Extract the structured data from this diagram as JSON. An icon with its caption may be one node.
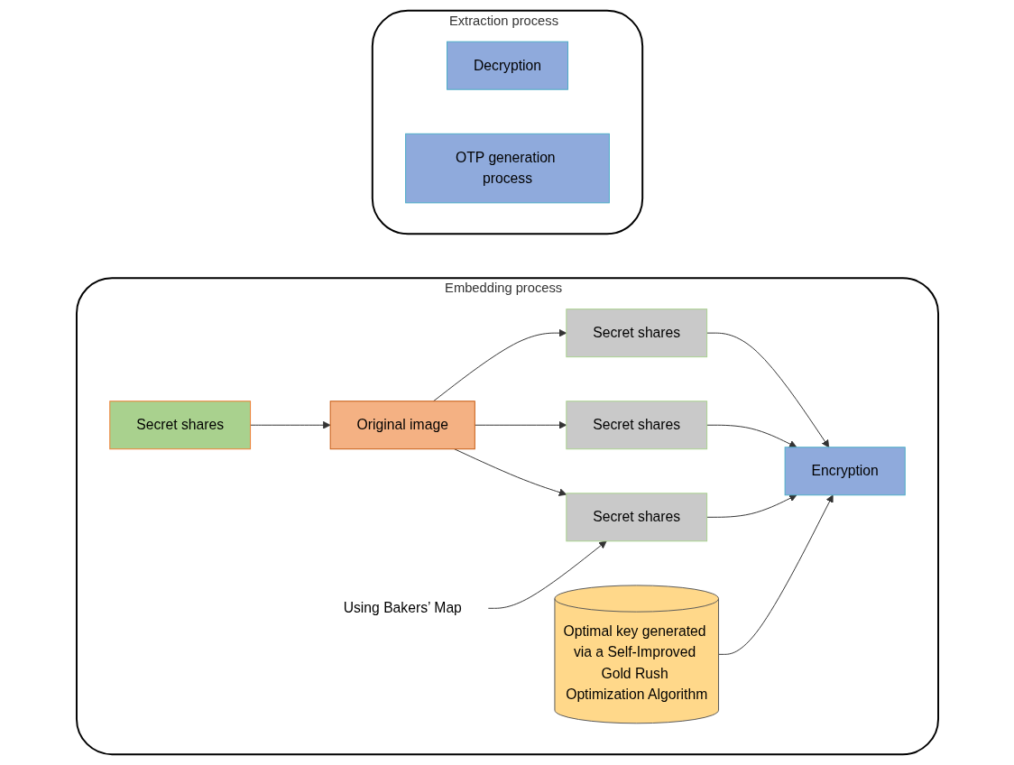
{
  "diagram": {
    "nodes": [
      {
        "text": [
          "Embedding process"
        ]
      },
      {
        "text": [
          "Secret shares"
        ],
        "in": 0
      },
      {
        "text": [
          "Original image"
        ],
        "in": 0
      },
      {
        "text": [
          "Secret shares"
        ],
        "in": 0
      },
      {
        "text": [
          "Secret shares"
        ],
        "in": 0
      },
      {
        "text": [
          "Secret shares"
        ],
        "in": 0
      },
      {
        "text": [
          "Encryption"
        ],
        "in": 0
      },
      {
        "text": [
          "Optimal key generated via a Self-Improved Gold Rush Optimization Algorithm"
        ],
        "in": 0
      },
      {
        "text": [
          "Using Bakers’ Map"
        ],
        "in": 0
      },
      {
        "text": [
          "Extraction process"
        ]
      },
      {
        "text": [
          "Decryption"
        ],
        "in": 9
      },
      {
        "text": [
          "OTP generation process"
        ],
        "in": 9
      }
    ],
    "edges": [
      {
        "from": 1,
        "to": 2,
        "arrow": "to"
      },
      {
        "from": 2,
        "to": 3,
        "arrow": "to"
      },
      {
        "from": 2,
        "to": 4,
        "arrow": "to"
      },
      {
        "from": 2,
        "to": 5,
        "arrow": "to"
      },
      {
        "from": 3,
        "to": 6,
        "arrow": "to"
      },
      {
        "from": 4,
        "to": 6,
        "arrow": "to"
      },
      {
        "from": 5,
        "to": 6,
        "arrow": "to"
      },
      {
        "from": 7,
        "to": 6,
        "arrow": "to"
      },
      {
        "from": 8,
        "to": 5,
        "arrow": "to"
      }
    ]
  }
}
